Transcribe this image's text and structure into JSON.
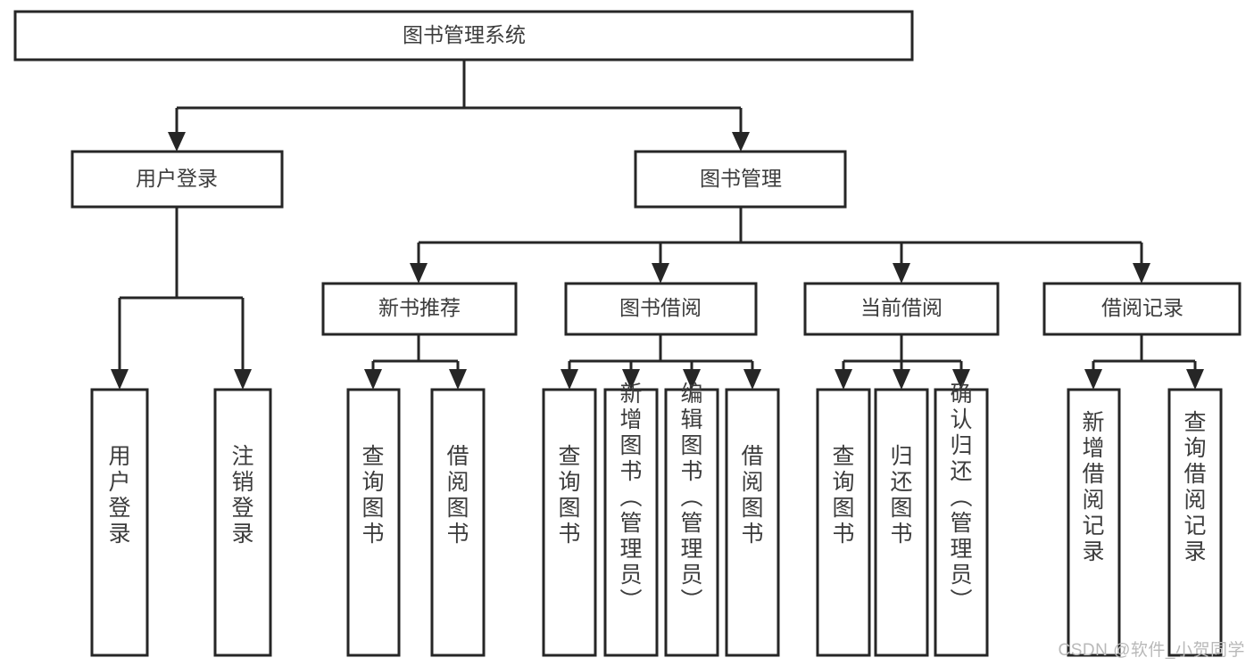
{
  "diagram": {
    "type": "tree-hierarchy",
    "title": "图书管理系统",
    "watermark": "CSDN @软件_小贺同学",
    "colors": {
      "stroke": "#262626",
      "node_fill": "#ffffff",
      "text": "#3c3c3c",
      "watermark": "#b9b9b9",
      "background": "#ffffff"
    },
    "levels": {
      "root": {
        "label": "图书管理系统",
        "orientation": "horizontal"
      },
      "level1": [
        {
          "id": "user-login",
          "label": "用户登录",
          "orientation": "horizontal"
        },
        {
          "id": "book-manage",
          "label": "图书管理",
          "orientation": "horizontal"
        }
      ],
      "level2": [
        {
          "id": "new-book-recommend",
          "label": "新书推荐",
          "orientation": "horizontal",
          "parent": "book-manage"
        },
        {
          "id": "book-borrow",
          "label": "图书借阅",
          "orientation": "horizontal",
          "parent": "book-manage"
        },
        {
          "id": "current-borrow",
          "label": "当前借阅",
          "orientation": "horizontal",
          "parent": "book-manage"
        },
        {
          "id": "borrow-record",
          "label": "借阅记录",
          "orientation": "horizontal",
          "parent": "book-manage"
        }
      ],
      "leaves": [
        {
          "id": "leaf-user-login",
          "label": "用户登录",
          "orientation": "vertical",
          "parent": "user-login"
        },
        {
          "id": "leaf-logout-login",
          "label": "注销登录",
          "orientation": "vertical",
          "parent": "user-login"
        },
        {
          "id": "leaf-query-book-1",
          "label": "查询图书",
          "orientation": "vertical",
          "parent": "new-book-recommend"
        },
        {
          "id": "leaf-borrow-book-1",
          "label": "借阅图书",
          "orientation": "vertical",
          "parent": "new-book-recommend"
        },
        {
          "id": "leaf-query-book-2",
          "label": "查询图书",
          "orientation": "vertical",
          "parent": "book-borrow"
        },
        {
          "id": "leaf-add-book",
          "label": "新增图书（管理员）",
          "orientation": "vertical",
          "parent": "book-borrow"
        },
        {
          "id": "leaf-edit-book",
          "label": "编辑图书（管理员）",
          "orientation": "vertical",
          "parent": "book-borrow"
        },
        {
          "id": "leaf-borrow-book-2",
          "label": "借阅图书",
          "orientation": "vertical",
          "parent": "book-borrow"
        },
        {
          "id": "leaf-query-book-3",
          "label": "查询图书",
          "orientation": "vertical",
          "parent": "current-borrow"
        },
        {
          "id": "leaf-return-book",
          "label": "归还图书",
          "orientation": "vertical",
          "parent": "current-borrow"
        },
        {
          "id": "leaf-confirm-return",
          "label": "确认归还（管理员）",
          "orientation": "vertical",
          "parent": "current-borrow"
        },
        {
          "id": "leaf-add-record",
          "label": "新增借阅记录",
          "orientation": "vertical",
          "parent": "borrow-record"
        },
        {
          "id": "leaf-query-record",
          "label": "查询借阅记录",
          "orientation": "vertical",
          "parent": "borrow-record"
        }
      ]
    }
  }
}
